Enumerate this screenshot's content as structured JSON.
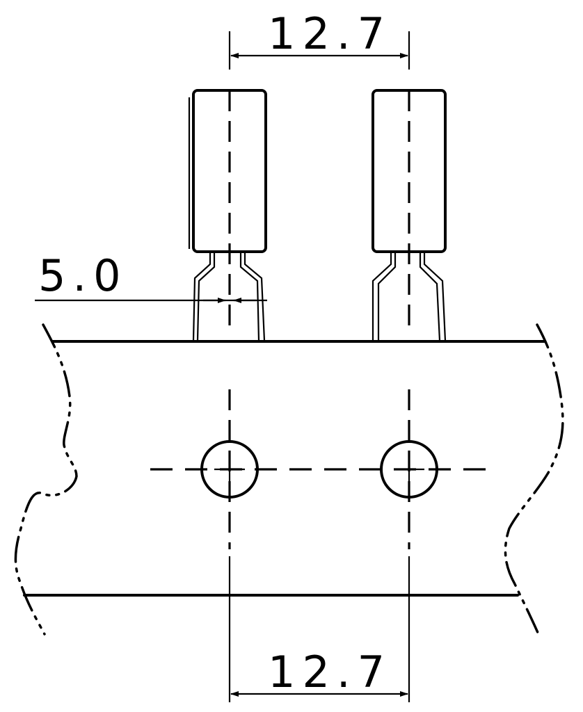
{
  "dimensions": {
    "top_pitch": "12.7",
    "lead_spacing": "5.0",
    "bottom_pitch": "12.7"
  },
  "components": [
    {
      "name": "component-left"
    },
    {
      "name": "component-right"
    }
  ],
  "sprocket_holes": [
    {
      "name": "hole-left"
    },
    {
      "name": "hole-right"
    }
  ]
}
